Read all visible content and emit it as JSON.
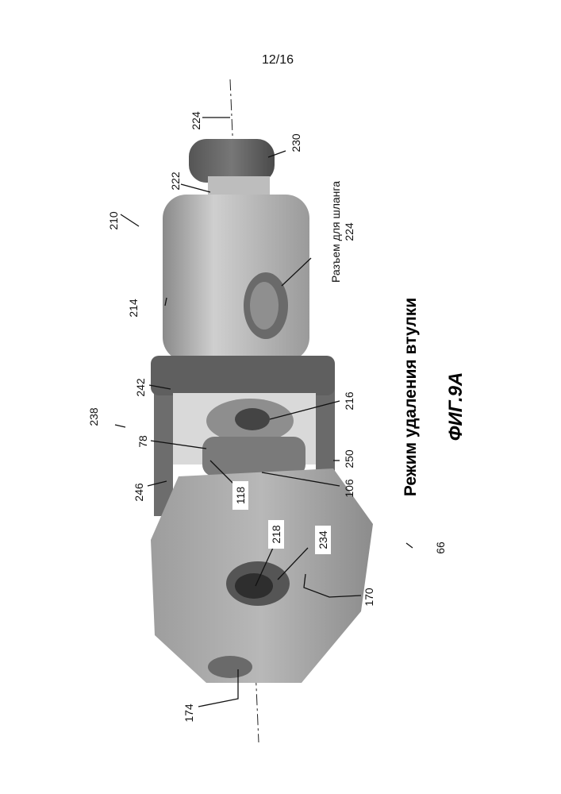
{
  "page_number": "12/16",
  "figure": {
    "caption": "Режим удаления втулки",
    "title": "ФИГ.9А",
    "hose_connector_label": "Разъем для шланга",
    "labels": {
      "axis_224": "224",
      "cap_230": "230",
      "neck_222": "222",
      "assembly_210": "210",
      "body_214": "214",
      "hose_224": "224",
      "flange_242": "242",
      "frame_238": "238",
      "part_216": "216",
      "part_78": "78",
      "rod_250": "250",
      "rod_246": "246",
      "part_118": "118",
      "part_106": "106",
      "bore_218": "218",
      "part_234": "234",
      "head_66": "66",
      "part_170": "170",
      "part_174": "174"
    }
  }
}
